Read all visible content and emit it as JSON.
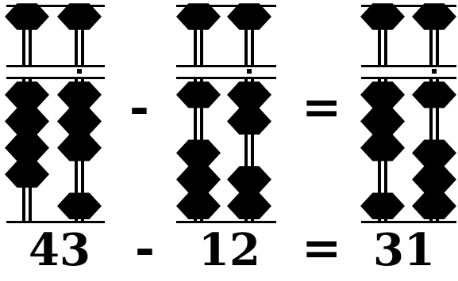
{
  "equation": {
    "operand_a": "43",
    "operator_minus": "-",
    "operand_b": "12",
    "operator_equals": "=",
    "result": "31"
  },
  "abacuses": [
    {
      "name": "abacus-43",
      "rods": [
        {
          "rod": "tens",
          "heaven_beads": 1,
          "earth_beads_active": 4,
          "earth_beads_total": 4,
          "unit_mark": false
        },
        {
          "rod": "units",
          "heaven_beads": 1,
          "earth_beads_active": 3,
          "earth_beads_total": 4,
          "unit_mark": true
        }
      ]
    },
    {
      "name": "abacus-12",
      "rods": [
        {
          "rod": "tens",
          "heaven_beads": 1,
          "earth_beads_active": 1,
          "earth_beads_total": 4,
          "unit_mark": false
        },
        {
          "rod": "units",
          "heaven_beads": 1,
          "earth_beads_active": 2,
          "earth_beads_total": 4,
          "unit_mark": true
        }
      ]
    },
    {
      "name": "abacus-31",
      "rods": [
        {
          "rod": "tens",
          "heaven_beads": 1,
          "earth_beads_active": 3,
          "earth_beads_total": 4,
          "unit_mark": false
        },
        {
          "rod": "units",
          "heaven_beads": 1,
          "earth_beads_active": 1,
          "earth_beads_total": 4,
          "unit_mark": true
        }
      ]
    }
  ],
  "colors": {
    "ink": "#000000",
    "paper": "#ffffff"
  }
}
